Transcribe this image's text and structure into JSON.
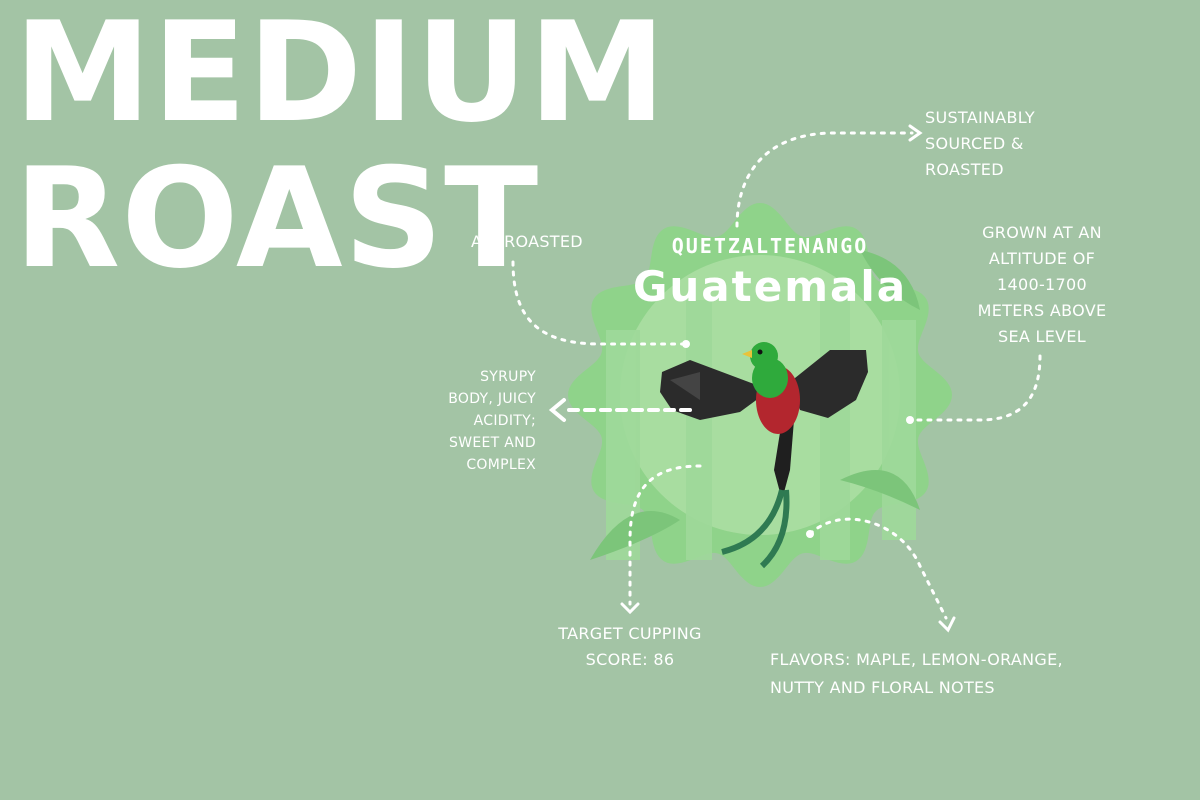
{
  "colors": {
    "background": "#a3c4a5",
    "text": "#ffffff",
    "badge_light": "#bde6b2",
    "badge_mid": "#8fd38a",
    "badge_dark": "#6cbf6e",
    "bird_green": "#2faa3c",
    "bird_red": "#b3262e",
    "bird_wing": "#2b2b2b"
  },
  "hero": {
    "line1": "MEDIUM",
    "line2": "ROAST"
  },
  "badge": {
    "region": "QUETZALTENANGO",
    "country": "Guatemala",
    "illustration": "quetzal-bird-icon"
  },
  "callouts": {
    "sustainably": [
      "SUSTAINABLY",
      "SOURCED &",
      "ROASTED"
    ],
    "grown": [
      "GROWN AT AN",
      "ALTITUDE OF",
      "1400-1700",
      "METERS ABOVE",
      "SEA LEVEL"
    ],
    "air_roasted": "AIR ROASTED",
    "body": [
      "SYRUPY",
      "BODY, JUICY",
      "ACIDITY;",
      "SWEET AND",
      "COMPLEX"
    ],
    "score": [
      "TARGET CUPPING",
      "SCORE: 86"
    ],
    "flavors": [
      "FLAVORS: MAPLE, LEMON-ORANGE,",
      "NUTTY AND FLORAL NOTES"
    ]
  }
}
